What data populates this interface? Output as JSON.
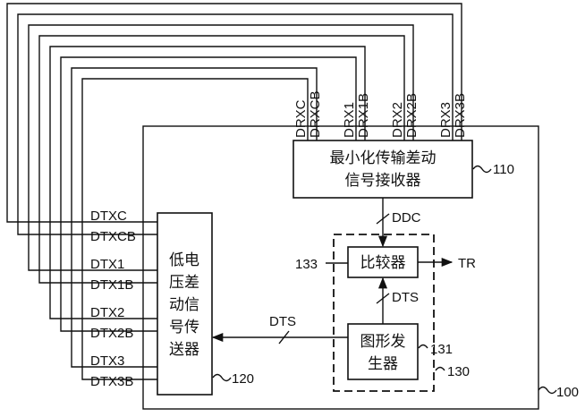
{
  "diagram": {
    "system": {
      "ref": "100"
    },
    "receiver": {
      "line1": "最小化传输差动",
      "line2": "信号接收器",
      "ref": "110"
    },
    "transmitter": {
      "lines": [
        "低电",
        "压差",
        "动信",
        "号传",
        "送器"
      ],
      "ref": "120"
    },
    "comparator": {
      "label": "比较器",
      "ref": "133"
    },
    "pattern_generator": {
      "line1": "图形发",
      "line2": "生器",
      "ref": "131"
    },
    "test_block": {
      "ref": "130"
    },
    "receiver_inputs": [
      "DRXC",
      "DRXCB",
      "DRX1",
      "DRX1B",
      "DRX2",
      "DRX2B",
      "DRX3",
      "DRX3B"
    ],
    "transmitter_outputs": [
      "DTXC",
      "DTXCB",
      "DTX1",
      "DTX1B",
      "DTX2",
      "DTX2B",
      "DTX3",
      "DTX3B"
    ],
    "signals": {
      "ddc": "DDC",
      "dts_vertical": "DTS",
      "dts_horizontal": "DTS",
      "tr": "TR"
    }
  }
}
